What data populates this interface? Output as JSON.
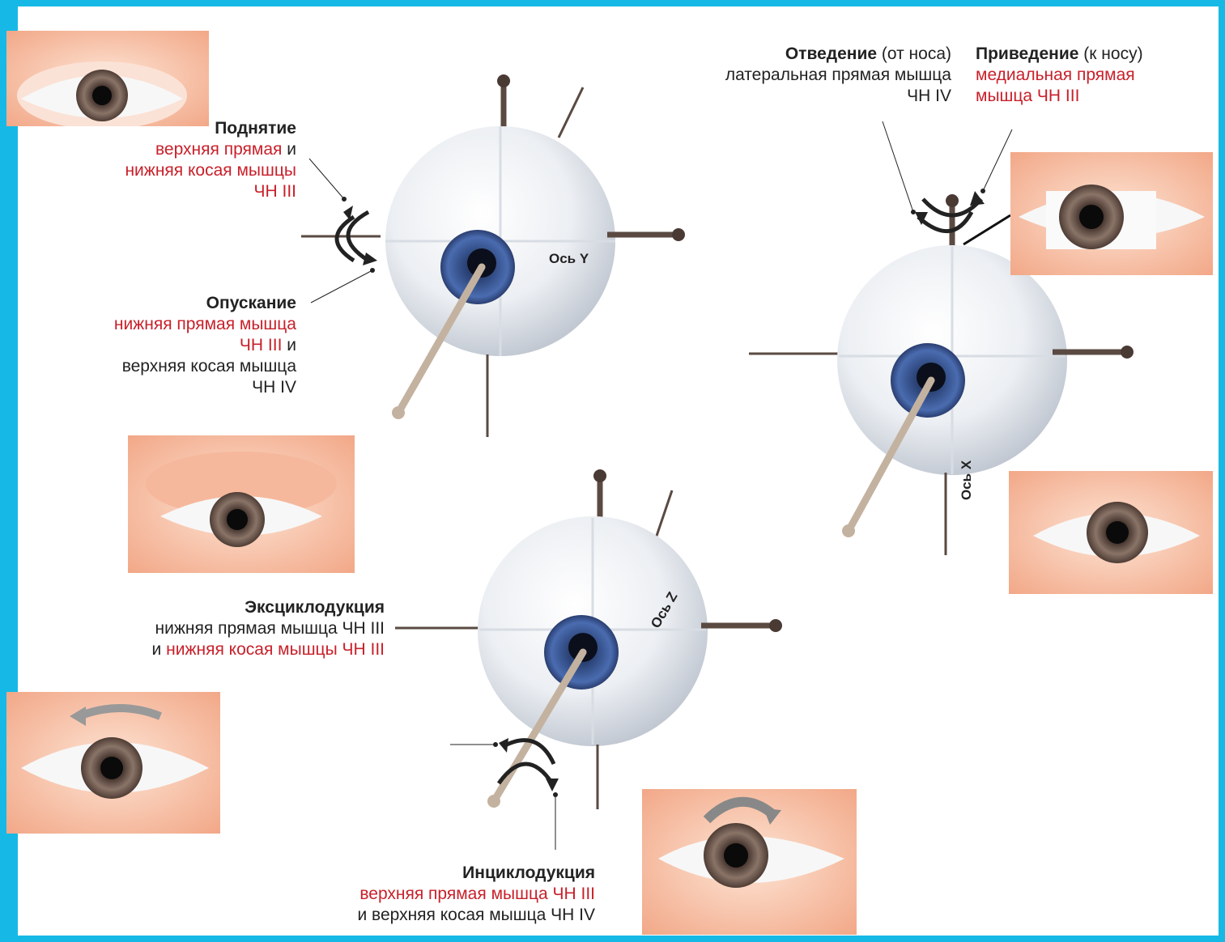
{
  "elevation": {
    "title": "Поднятие",
    "line1": "верхняя прямая",
    "line1_suffix": " и",
    "line2": "нижняя косая мышцы",
    "line3": "ЧН III"
  },
  "depression": {
    "title": "Опускание",
    "line1": "нижняя прямая мышца",
    "line2": "ЧН III",
    "line2_suffix": " и",
    "line3": "верхняя косая мышца",
    "line4": "ЧН IV"
  },
  "abduction": {
    "title": "Отведение",
    "title_suffix": " (от носа)",
    "line1": "латеральная прямая мышца",
    "line2": "ЧН  IV"
  },
  "adduction": {
    "title": "Приведение",
    "title_suffix": " (к носу)",
    "line1": "медиальная прямая",
    "line2": "мышца ЧН III"
  },
  "extorsion": {
    "title": "Эксциклодукция",
    "line1": "нижняя прямая мышца ЧН III",
    "line2_prefix": "и ",
    "line2": "нижняя косая мышцы ЧН III"
  },
  "intorsion": {
    "title": "Инциклодукция",
    "line1": "верхняя прямая мышца ЧН III",
    "line2": "и верхняя косая мышца ЧН IV"
  },
  "axes": {
    "y": "Ось Y",
    "x": "Ось X",
    "z": "Ось Z"
  },
  "colors": {
    "frame": "#16b9e6",
    "muscle_red": "#c8202a",
    "iris": "#3d5fa0"
  }
}
